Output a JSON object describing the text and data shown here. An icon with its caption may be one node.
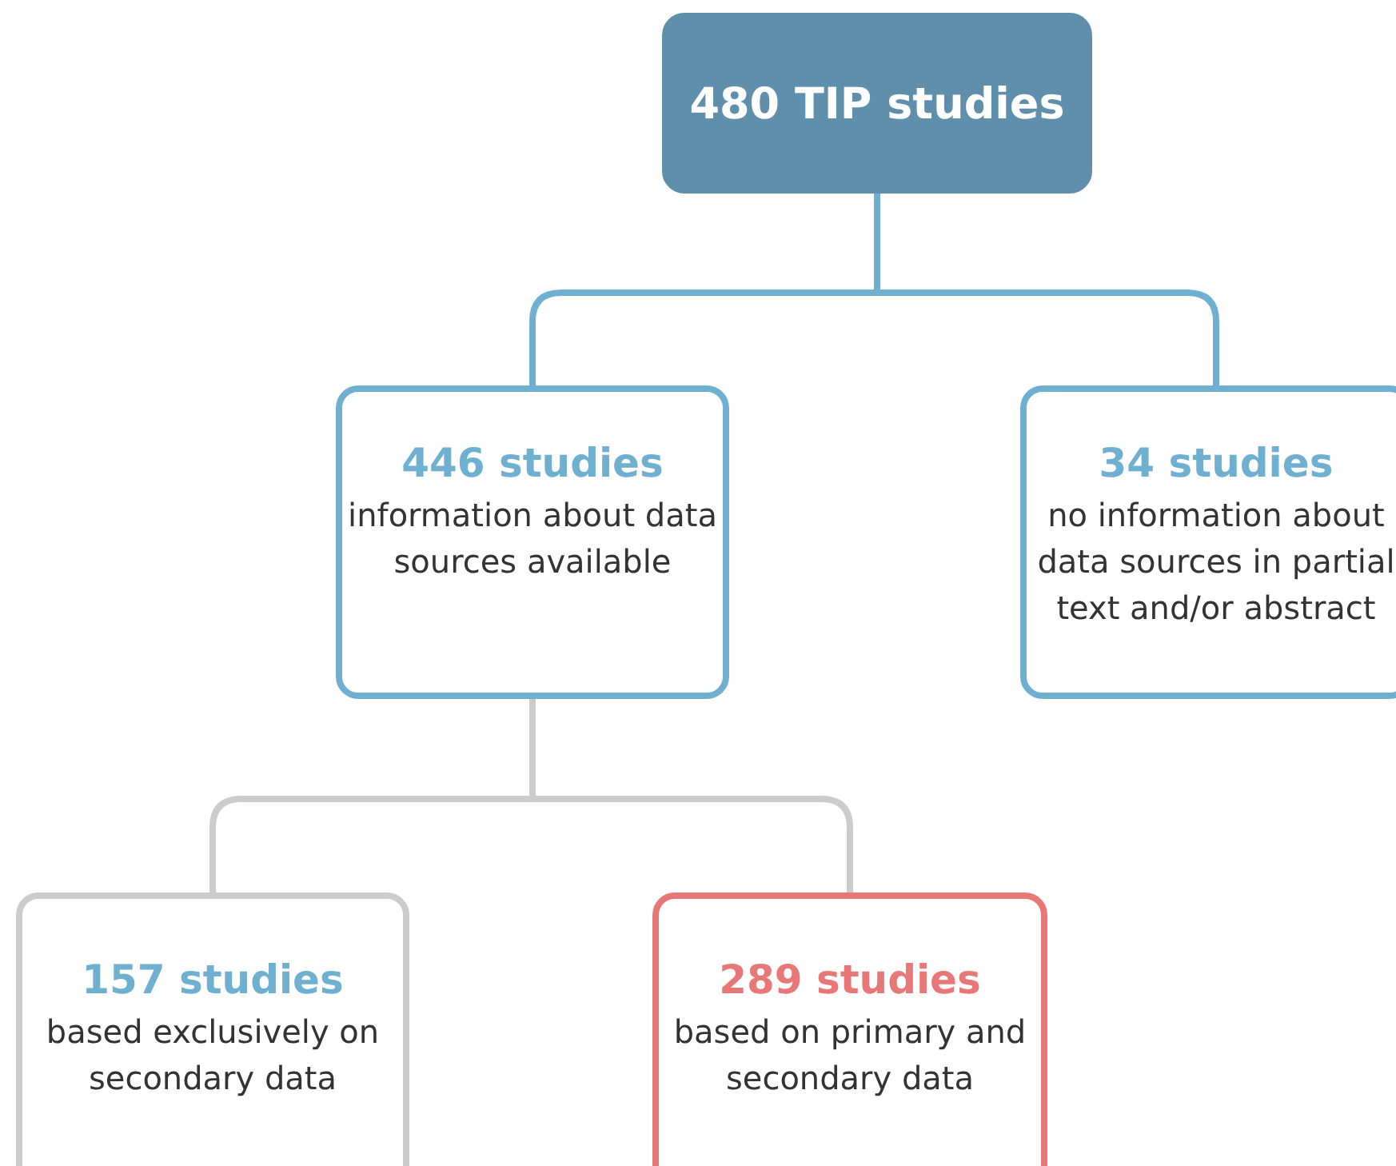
{
  "diagram": {
    "nodes": [
      {
        "text": [
          "480 TIP studies"
        ]
      },
      {
        "text": [
          "446 studies",
          "information about data sources available"
        ]
      },
      {
        "text": [
          "34 studies",
          "no information about data sources in partial text and/or abstract"
        ]
      },
      {
        "text": [
          "157 studies",
          "based exclusively on secondary data"
        ]
      },
      {
        "text": [
          "289 studies",
          "based on primary and secondary data"
        ]
      }
    ],
    "edges": [
      {
        "from": 0,
        "to": 1,
        "arrow": "none"
      },
      {
        "from": 0,
        "to": 2,
        "arrow": "none"
      },
      {
        "from": 1,
        "to": 3,
        "arrow": "none",
        "color": "#cccccc"
      },
      {
        "from": 1,
        "to": 4,
        "arrow": "none",
        "color": "#cccccc"
      }
    ]
  }
}
